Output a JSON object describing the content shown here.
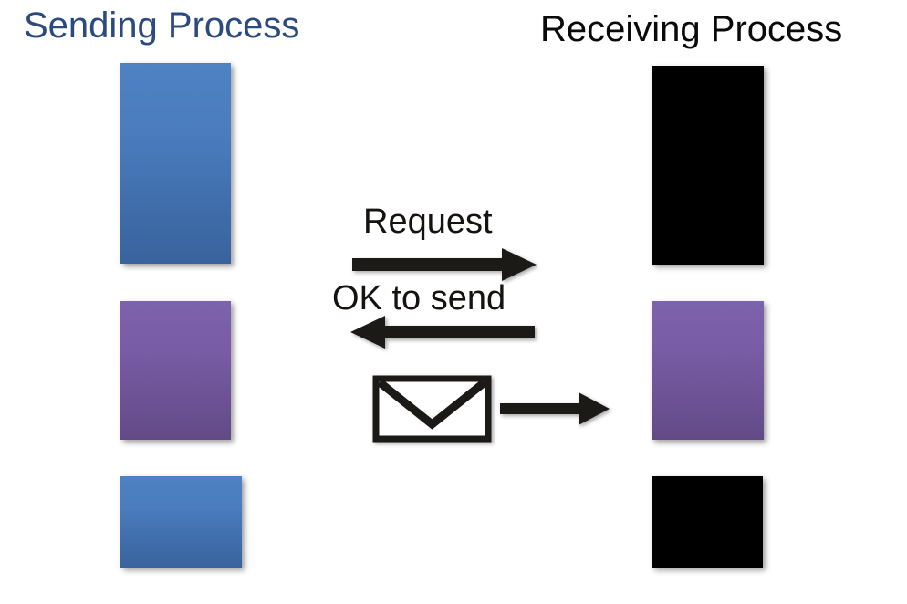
{
  "diagram": {
    "type": "sequence-flow",
    "background_color": "#ffffff",
    "titles": {
      "sending": "Sending Process",
      "receiving": "Receiving Process",
      "sending_color": "#2B4A7D",
      "receiving_color": "#0A0A0A"
    },
    "left_column": {
      "name": "sending-process-column",
      "blocks": [
        {
          "name": "sending-block-1",
          "fill": "blue",
          "color": "#4A7CBE"
        },
        {
          "name": "sending-block-2",
          "fill": "purple",
          "color": "#785CA5"
        },
        {
          "name": "sending-block-3",
          "fill": "blue",
          "color": "#4A7CBE"
        }
      ]
    },
    "right_column": {
      "name": "receiving-process-column",
      "blocks": [
        {
          "name": "receiving-block-1",
          "fill": "black",
          "color": "#000000"
        },
        {
          "name": "receiving-block-2",
          "fill": "purple",
          "color": "#785CA5"
        },
        {
          "name": "receiving-block-3",
          "fill": "black",
          "color": "#000000"
        }
      ]
    },
    "exchange": {
      "messages": [
        {
          "label": "Request",
          "direction": "right",
          "icon": "right-arrow-icon"
        },
        {
          "label": "OK to send",
          "direction": "left",
          "icon": "left-arrow-icon"
        },
        {
          "label": "",
          "direction": "right",
          "icon": "envelope-icon"
        }
      ],
      "arrow_color": "#1C1A16"
    }
  }
}
